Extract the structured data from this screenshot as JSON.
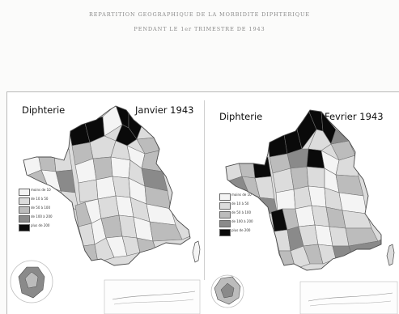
{
  "page": {
    "heading_line1": "REPARTITION GEOGRAPHIQUE DE LA MORBIDITE DIPHTERIQUE",
    "heading_line2": "PENDANT LE 1er TRIMESTRE DE 1943"
  },
  "maps": [
    {
      "disease_label": "Diphterie",
      "month_label": "Janvier 1943",
      "legend": [
        {
          "label": "moins de 10",
          "color": "#f4f4f4"
        },
        {
          "label": "de 10 à 50",
          "color": "#dcdcdc"
        },
        {
          "label": "de 50 à 100",
          "color": "#bcbcbc"
        },
        {
          "label": "de 100 à 200",
          "color": "#8a8a8a"
        },
        {
          "label": "plus de 200",
          "color": "#0a0a0a"
        }
      ]
    },
    {
      "disease_label": "Diphterie",
      "month_label": "Fevrier 1943",
      "legend": [
        {
          "label": "moins de 10",
          "color": "#f4f4f4"
        },
        {
          "label": "de 10 à 50",
          "color": "#dcdcdc"
        },
        {
          "label": "de 50 à 100",
          "color": "#bcbcbc"
        },
        {
          "label": "de 100 à 200",
          "color": "#8a8a8a"
        },
        {
          "label": "plus de 200",
          "color": "#0a0a0a"
        }
      ]
    }
  ],
  "colors": {
    "border": "#6f6f6f",
    "class_1": "#f4f4f4",
    "class_2": "#dcdcdc",
    "class_3": "#bcbcbc",
    "class_4": "#8a8a8a",
    "class_5": "#0a0a0a"
  }
}
